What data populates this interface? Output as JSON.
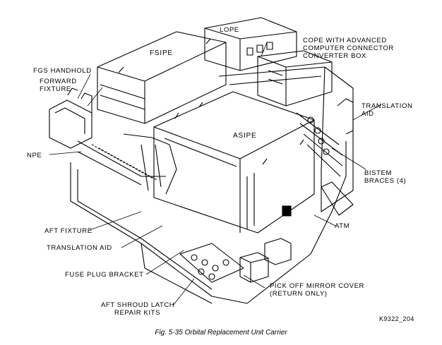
{
  "labels": {
    "lope": "LOPE",
    "cope_1": "COPE WITH ADVANCED",
    "cope_2": "COMPUTER CONNECTOR",
    "cope_3": "CONVERTER BOX",
    "fsipe": "FSIPE",
    "fgs_handhold": "FGS HANDHOLD",
    "forward_1": "FORWARD",
    "forward_2": "FIXTURE",
    "translation_aid_right_1": "TRANSLATION",
    "translation_aid_right_2": "AID",
    "asipe": "ASIPE",
    "npe": "NPE",
    "bistem_1": "BISTEM",
    "bistem_2": "BRACES (4)",
    "atm": "ATM",
    "aft_fixture": "AFT FIXTURE",
    "translation_aid_left": "TRANSLATION AID",
    "fuse_plug_bracket": "FUSE PLUG BRACKET",
    "pick_off_1": "PICK OFF MIRROR COVER",
    "pick_off_2": "(RETURN ONLY)",
    "aft_shroud_1": "AFT SHROUD LATCH",
    "aft_shroud_2": "REPAIR KITS"
  },
  "figure_code": "K9322_204",
  "caption": "Fig. 5-35  Orbital Replacement Unit Carrier"
}
